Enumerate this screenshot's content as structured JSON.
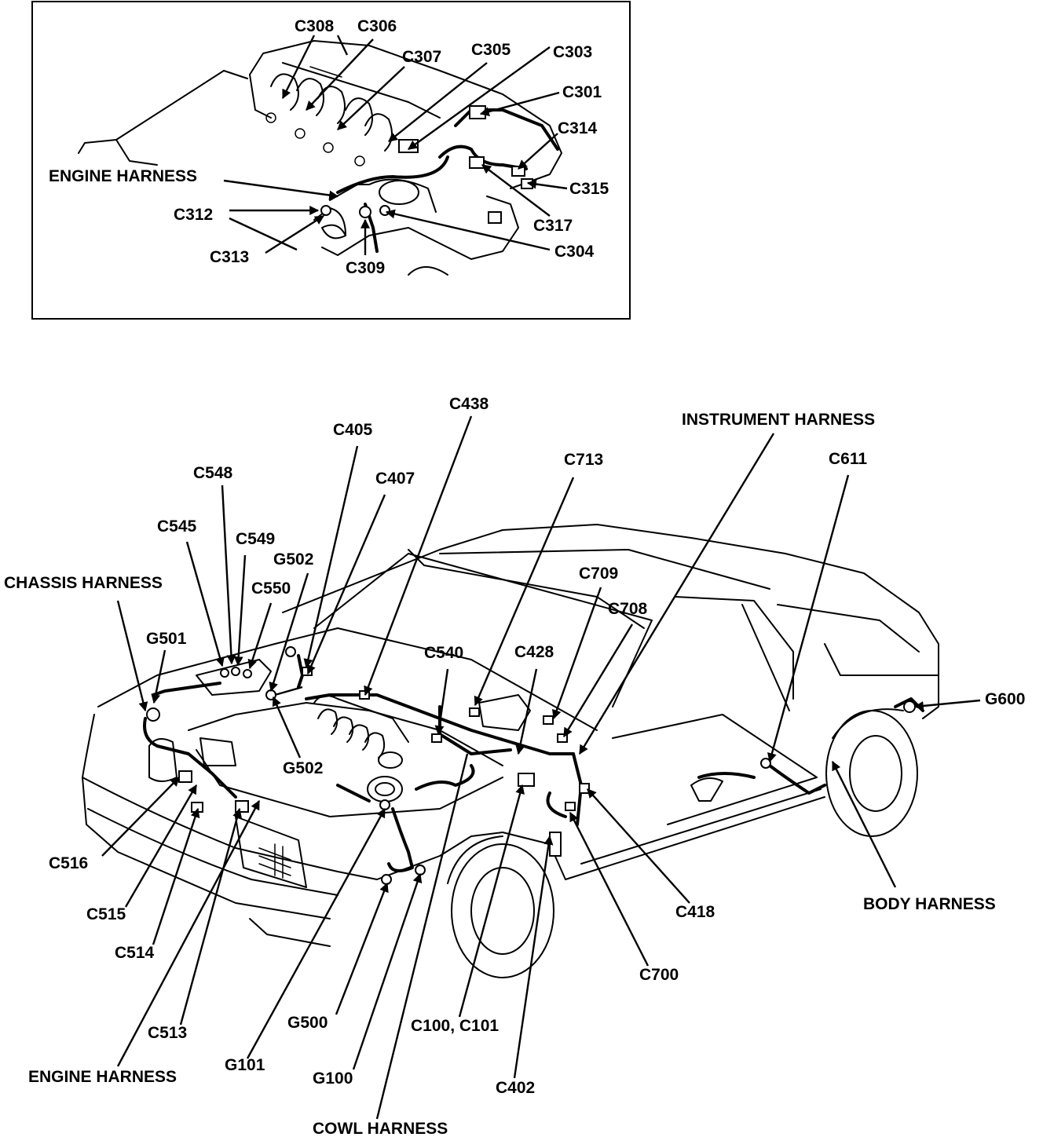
{
  "inset": {
    "labels": {
      "c308": "C308",
      "c306": "C306",
      "c307": "C307",
      "c305": "C305",
      "c303": "C303",
      "c301": "C301",
      "c314": "C314",
      "c315": "C315",
      "c317": "C317",
      "c304": "C304",
      "c309": "C309",
      "c313": "C313",
      "c312": "C312",
      "engine_harness": "ENGINE HARNESS"
    }
  },
  "main": {
    "labels": {
      "c438": "C438",
      "c405": "C405",
      "c407": "C407",
      "c548": "C548",
      "c545": "C545",
      "c549": "C549",
      "g502_top": "G502",
      "c550": "C550",
      "chassis_harness": "CHASSIS HARNESS",
      "g501": "G501",
      "c713": "C713",
      "instrument_harness": "INSTRUMENT HARNESS",
      "c611": "C611",
      "c709": "C709",
      "c708": "C708",
      "c540": "C540",
      "c428": "C428",
      "g600": "G600",
      "g502_bottom": "G502",
      "c516": "C516",
      "c515": "C515",
      "c514": "C514",
      "c513": "C513",
      "engine_harness": "ENGINE HARNESS",
      "g101": "G101",
      "g500": "G500",
      "g100": "G100",
      "cowl_harness": "COWL HARNESS",
      "c100_c101": "C100, C101",
      "c402": "C402",
      "c700": "C700",
      "c418": "C418",
      "body_harness": "BODY HARNESS"
    }
  }
}
